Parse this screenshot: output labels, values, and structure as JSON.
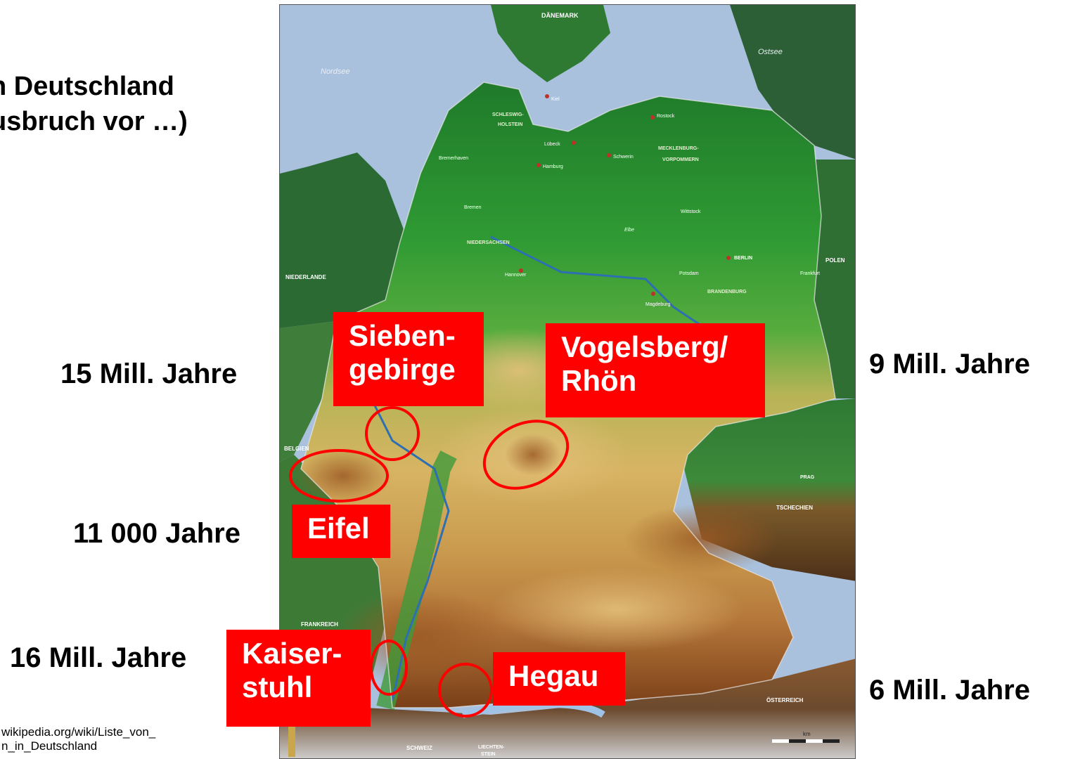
{
  "title_lines": [
    "n Deutschland",
    "usbruch vor …)"
  ],
  "ages": {
    "siebengebirge": "15 Mill. Jahre",
    "eifel": "11 000 Jahre",
    "kaiserstuhl": "16 Mill. Jahre",
    "vogelsberg": "9 Mill. Jahre",
    "hegau": "6 Mill. Jahre"
  },
  "source_lines": [
    "wikipedia.org/wiki/Liste_von_",
    "n_in_Deutschland"
  ],
  "regions": {
    "siebengebirge": [
      "Sieben-",
      "gebirge"
    ],
    "vogelsberg": [
      "Vogelsberg/",
      "Rhön"
    ],
    "eifel": [
      "Eifel"
    ],
    "kaiserstuhl": [
      "Kaiser-",
      "stuhl"
    ],
    "hegau": [
      "Hegau"
    ]
  },
  "map_labels": {
    "daenemark": "DÄNEMARK",
    "ostsee": "Ostsee",
    "nordsee": "Nordsee",
    "schleswig": "SCHLESWIG-",
    "holstein": "HOLSTEIN",
    "kiel": "Kiel",
    "rostock": "Rostock",
    "luebeck": "Lübeck",
    "schwerin": "Schwerin",
    "mecklenburg": "MECKLENBURG-",
    "vorpommern": "VORPOMMERN",
    "hamburg": "Hamburg",
    "bremerhaven": "Bremerhaven",
    "bremen": "Bremen",
    "wittstock": "Wittstock",
    "elbe": "Elbe",
    "niedersachsen": "NIEDERSACHSEN",
    "berlin": "BERLIN",
    "polen": "POLEN",
    "potsdam": "Potsdam",
    "frankfurt": "Frankfurt",
    "hannover": "Hannover",
    "brandenburg": "BRANDENBURG",
    "niederlande": "NIEDERLANDE",
    "magdeburg": "Magdeburg",
    "belgien": "BELGIEN",
    "prag": "PRAG",
    "tschechien": "TSCHECHIEN",
    "frankreich": "FRANKREICH",
    "oesterreich": "ÖSTERREICH",
    "schweiz": "SCHWEIZ",
    "liechtenstein": "LIECHTEN-",
    "liechtenstein2": "STEIN",
    "km": "km"
  },
  "colors": {
    "accent_red": "#ff0000",
    "sea": "#9fb9d6",
    "lowland": "#2e8a2c",
    "upland": "#c8a04c",
    "mountain": "#8a4a1c"
  }
}
